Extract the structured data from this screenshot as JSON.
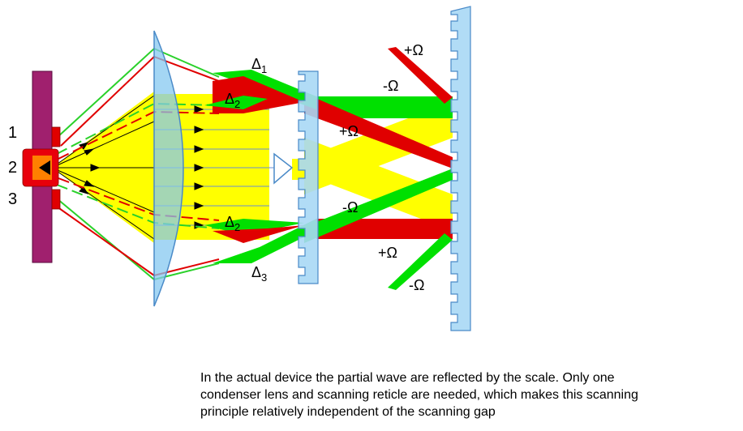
{
  "labels": {
    "source_1": "1",
    "source_2": "2",
    "source_3": "3",
    "delta_1": "Δ",
    "delta_1_sub": "1",
    "delta_2_top": "Δ",
    "delta_2_top_sub": "2",
    "delta_2_bottom": "Δ",
    "delta_2_bottom_sub": "2",
    "delta_3": "Δ",
    "delta_3_sub": "3",
    "plus_omega_top": "+Ω",
    "minus_omega_top": "-Ω",
    "plus_omega_mid": "+Ω",
    "minus_omega_mid": "-Ω",
    "plus_omega_bottom": "+Ω",
    "minus_omega_bottom": "-Ω"
  },
  "caption": {
    "line1": "In the actual device the partial wave are reflected by the scale. Only one",
    "line2": "condenser lens and scanning reticle are needed, which makes this scanning",
    "line3": "principle relatively independent of the scanning gap"
  },
  "colors": {
    "source_bar": "#a0206e",
    "led_red": "#e8000b",
    "led_orange": "#ff8000",
    "lens": "#86c8f0",
    "grating": "#a9d8f5",
    "beam_yellow": "#ffff00",
    "beam_green": "#00e000",
    "beam_red": "#e00000"
  }
}
